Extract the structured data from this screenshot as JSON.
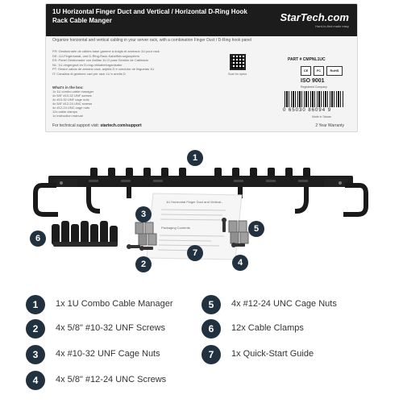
{
  "card": {
    "title": "1U Horizontal Finger Duct and Vertical / Horizontal D-Ring Hook Rack Cable Manger",
    "brand": "StarTech.com",
    "brand_tag": "Hard-to-find made easy",
    "subtitle": "Organize horizontal and vertical cabling in your server rack, with a combination Finger Duct / D-Ring hook panel",
    "languages": [
      "FR: Gestionnaire de câbles base gamme à doigts et anneaux 1U pour rack",
      "DE: 1U-Fingerkanal- und D-Ring-Rack-Kabelführungssystem",
      "ES: Panel Gestionador con Anillas 1U D para Gestión de Cableado",
      "NL: 1U-vingergoot en D-ring-rekkabelorganisator",
      "PT: Gestor cabos de armário rack, anjeila D e condutor de linguetas 1U",
      "IT: Canalina di gestione cavi per rack 1U e anella D"
    ],
    "box_heading": "What's in the box:",
    "box_items": [
      "1x 1U combo cable manager",
      "4x 5/8\" #10-32 UNF screws",
      "4x #10-32 UNF cage nuts",
      "4x 5/8\" #12-24 UNC screws",
      "4x #12-24 UNC cage nuts",
      "12x cable clamps",
      "1x instruction manual"
    ],
    "scan_label": "Scan for specs",
    "part_number": "PART # CMPNL1UC",
    "cert_badges": [
      "CE",
      "FC",
      "RoHS"
    ],
    "iso_label": "ISO 9001",
    "iso_sub": "Registered Company",
    "barcode_number": "0 65030 86094 9",
    "made_in": "Made in Taiwan",
    "support_prefix": "For technical support visit:",
    "support_url": "startech.com/support",
    "warranty": "2 Year Warranty"
  },
  "markers": [
    {
      "number": "1",
      "target": "cable-manager"
    },
    {
      "number": "3",
      "target": "cage-nuts-10-32"
    },
    {
      "number": "5",
      "target": "cage-nuts-12-24"
    },
    {
      "number": "6",
      "target": "cable-clamps"
    },
    {
      "number": "2",
      "target": "screws-10-32"
    },
    {
      "number": "7",
      "target": "quick-start-guide"
    },
    {
      "number": "4",
      "target": "screws-12-24"
    }
  ],
  "guide": {
    "title": "1U Horizontal Finger Duct and Vertical...",
    "subtitle": "Packaging Contents"
  },
  "legend": [
    {
      "number": "1",
      "text": "1x 1U Combo Cable Manager"
    },
    {
      "number": "2",
      "text": "4x 5/8\" #10-32 UNF Screws"
    },
    {
      "number": "3",
      "text": "4x #10-32 UNF Cage Nuts"
    },
    {
      "number": "4",
      "text": "4x 5/8\" #12-24 UNC Screws"
    },
    {
      "number": "5",
      "text": "4x #12-24 UNC Cage Nuts"
    },
    {
      "number": "6",
      "text": "12x Cable Clamps"
    },
    {
      "number": "7",
      "text": "1x Quick-Start Guide"
    }
  ],
  "colors": {
    "marker": "#22313f",
    "card_header": "#1c1c1c",
    "metal": "#1e1e1e"
  }
}
